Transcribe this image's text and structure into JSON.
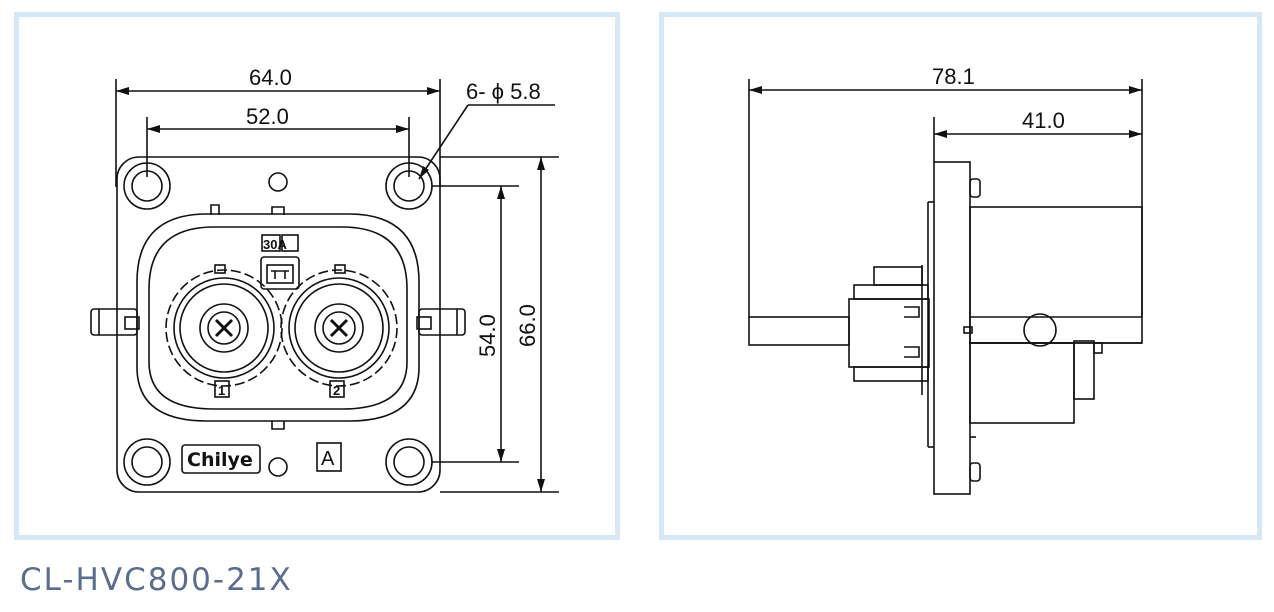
{
  "front_view": {
    "dim_width_overall": "64.0",
    "dim_hole_spacing_h": "52.0",
    "dim_holes": "6- ϕ 5.8",
    "dim_hole_spacing_v": "54.0",
    "dim_height_overall": "66.0",
    "marking_current": "30A",
    "marking_pin1": "1",
    "marking_pin2": "2",
    "marking_brand": "Chilye",
    "marking_key": "A"
  },
  "side_view": {
    "dim_length_overall": "78.1",
    "dim_length_rear": "41.0"
  },
  "model_label": "CL-HVC800-21X",
  "colors": {
    "panel_border": "#d6e8f6",
    "line": "#111111",
    "model_text": "#5b6d8e"
  }
}
